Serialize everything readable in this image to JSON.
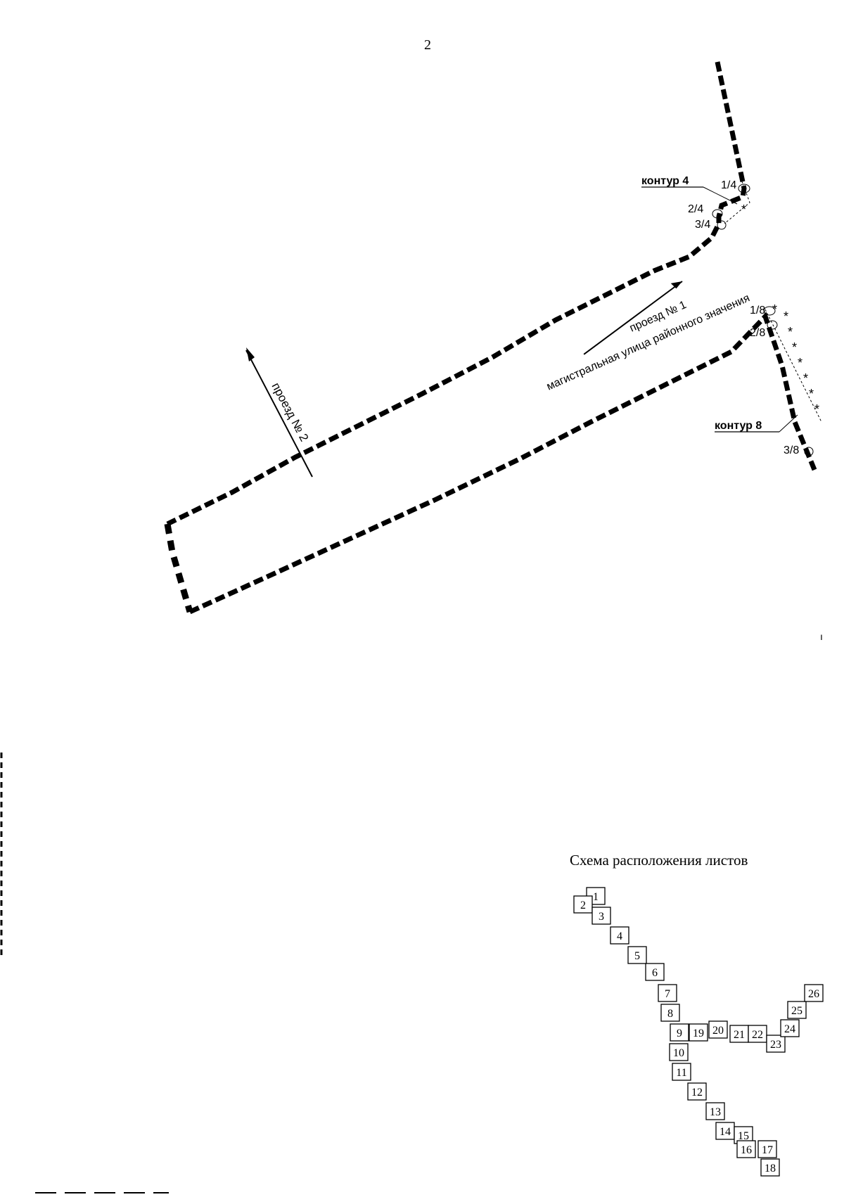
{
  "page": {
    "number": "2"
  },
  "map": {
    "contour_4": {
      "label": "контур 4",
      "points": [
        "1/4",
        "2/4",
        "3/4"
      ]
    },
    "contour_8": {
      "label": "контур 8",
      "points": [
        "1/8",
        "2/8",
        "3/8"
      ]
    },
    "road_1_name": "проезд № 1",
    "road_1_type": "магистральная улица районного значения",
    "road_2_name": "проезд № 2",
    "edge_mark": "ı"
  },
  "sheet_scheme": {
    "title": "Схема расположения листов",
    "sheets": [
      "1",
      "2",
      "3",
      "4",
      "5",
      "6",
      "7",
      "8",
      "9",
      "10",
      "11",
      "12",
      "13",
      "14",
      "15",
      "16",
      "17",
      "18",
      "19",
      "20",
      "21",
      "22",
      "23",
      "24",
      "25",
      "26"
    ]
  }
}
